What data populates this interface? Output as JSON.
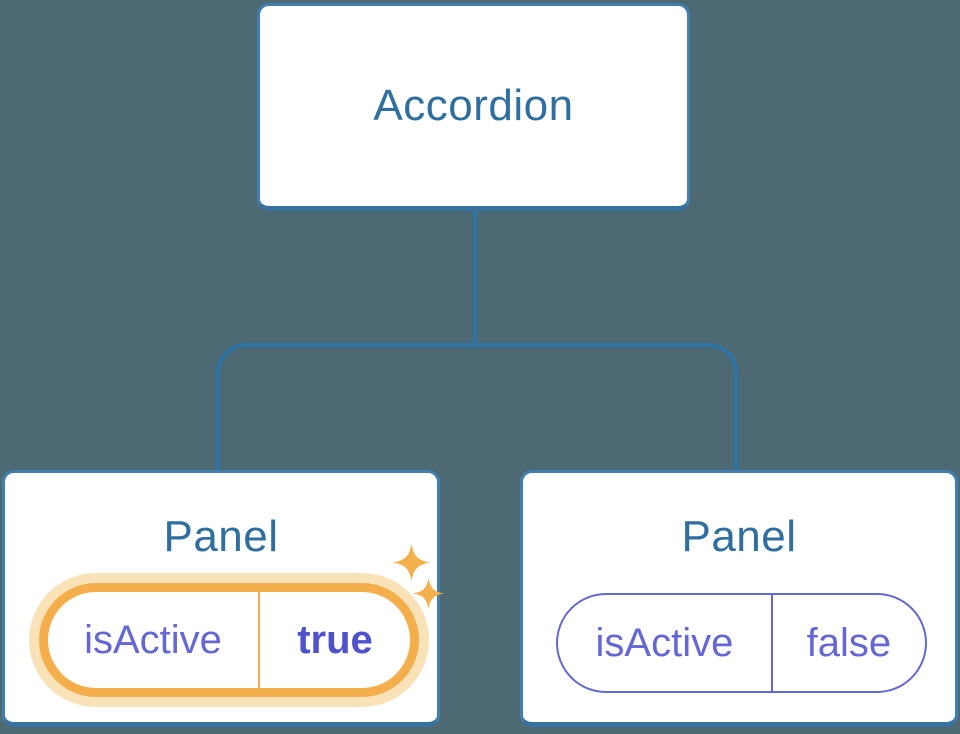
{
  "background_color": "#4D6973",
  "colors": {
    "node_border": "#4080B0",
    "node_border_bottom": "#36719F",
    "node_text": "#2F6F9F",
    "connector": "#2E74A6",
    "state_text": "#6467D4",
    "state_value_active_text": "#4F52CC",
    "highlight_ring": "#F5AE4C",
    "highlight_glow": "#FAE2B8",
    "sparkle": "#F5B04E"
  },
  "diagram": {
    "root": {
      "label": "Accordion"
    },
    "panels": [
      {
        "title": "Panel",
        "prop_name": "isActive",
        "prop_value": "true",
        "highlighted": true
      },
      {
        "title": "Panel",
        "prop_name": "isActive",
        "prop_value": "false",
        "highlighted": false
      }
    ]
  }
}
